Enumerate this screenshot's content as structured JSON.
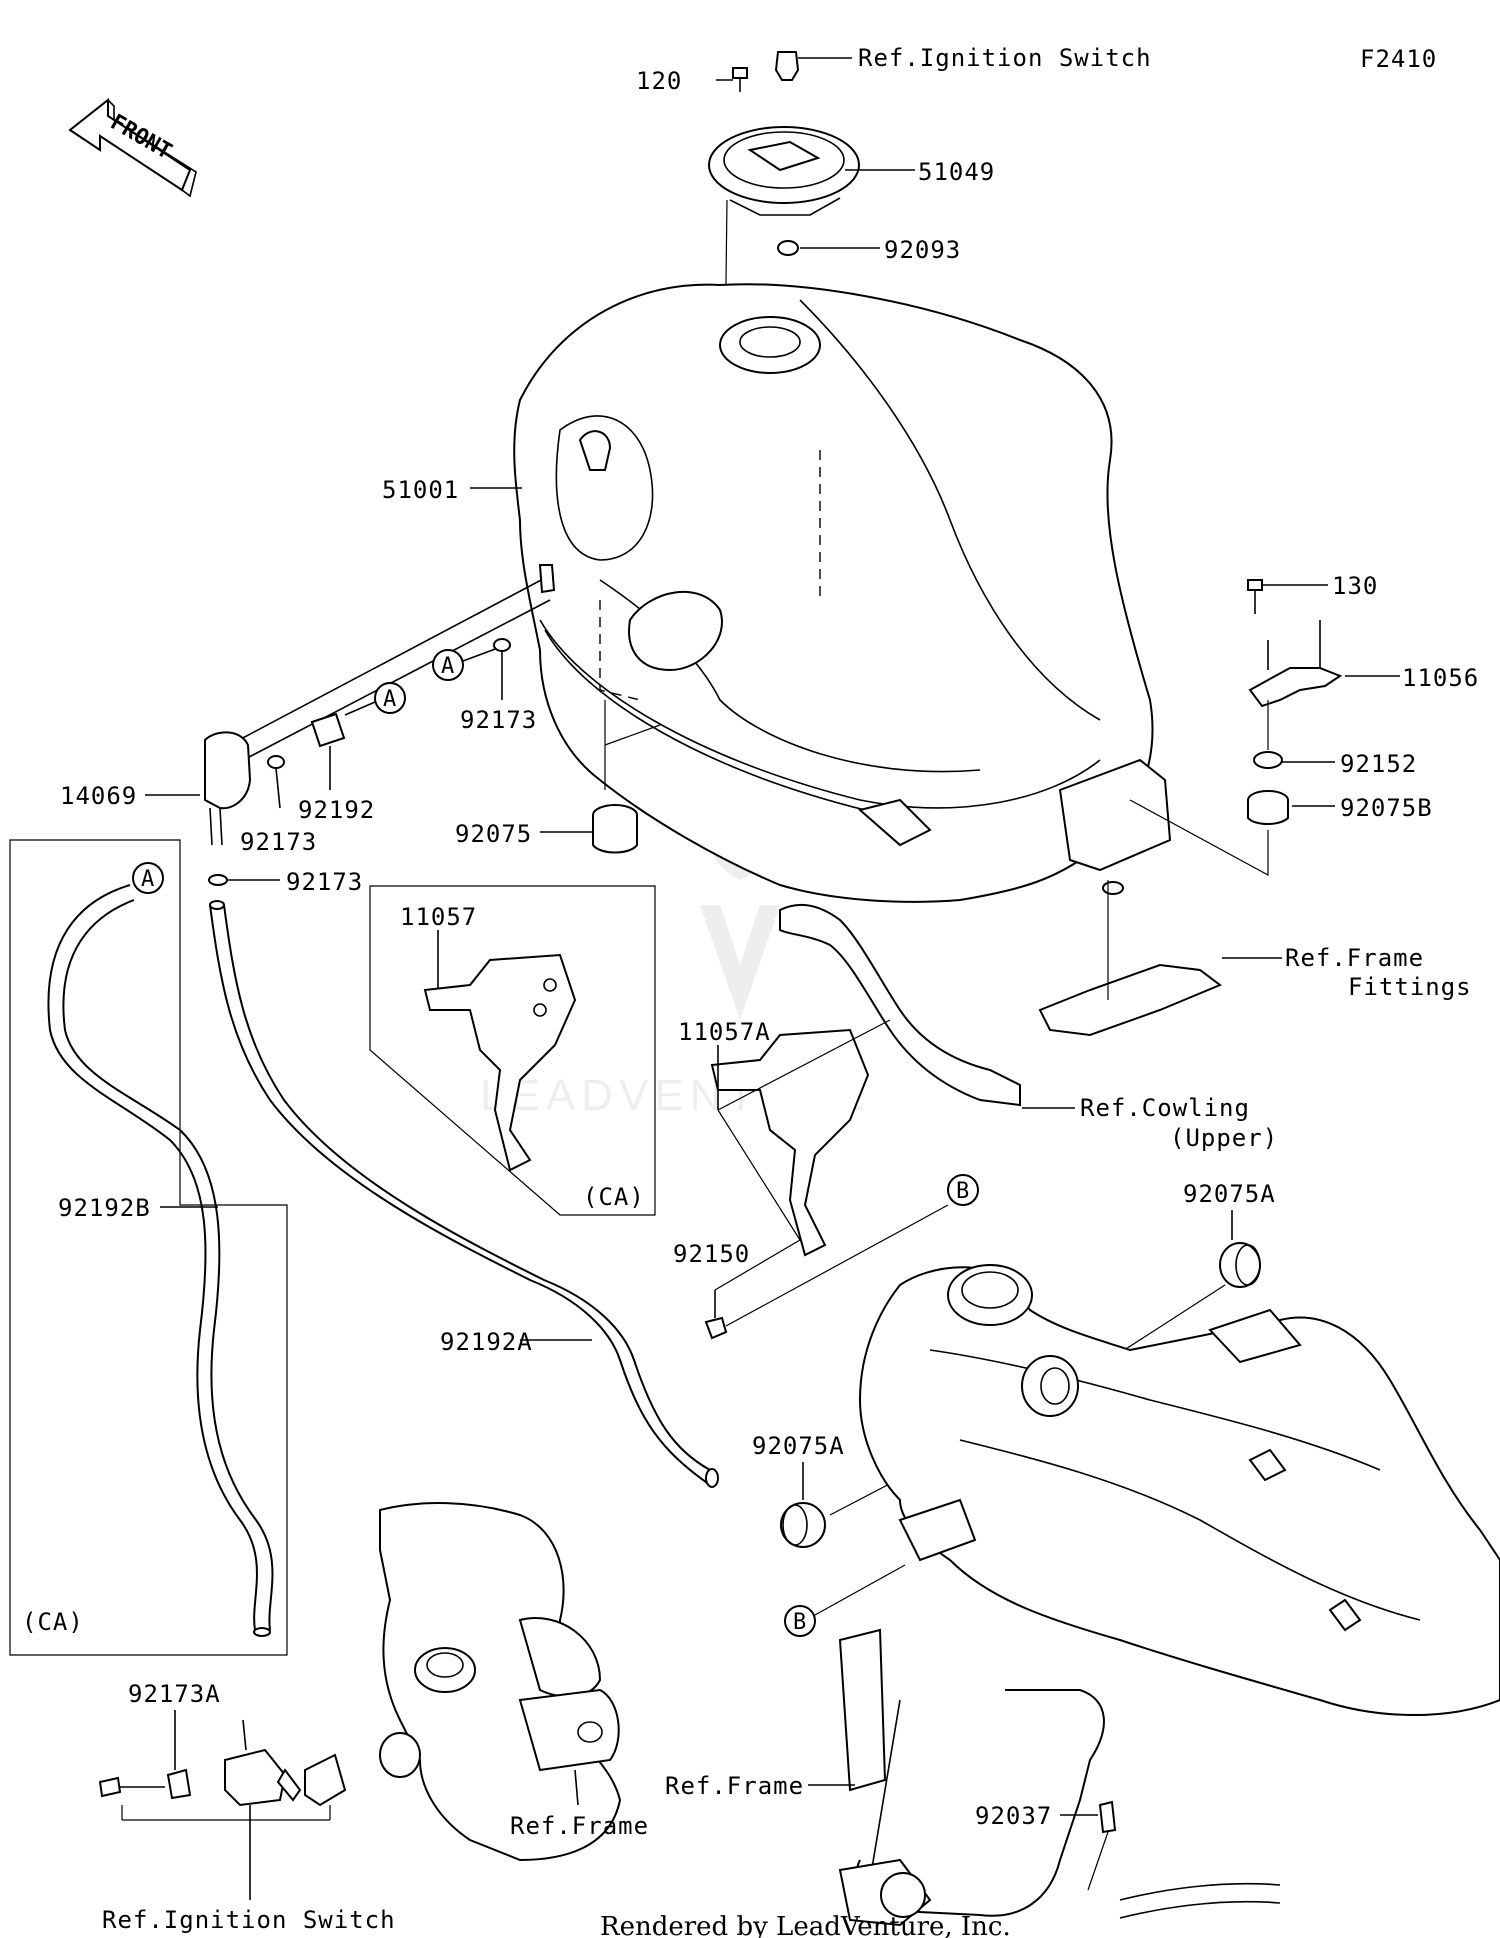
{
  "diagram_code": "F2410",
  "front_label": "FRONT",
  "footer": "Rendered by LeadVenture, Inc.",
  "watermark": "LEADVENTURE",
  "parts": {
    "p120": "120",
    "ref_ignition_top": "Ref.Ignition Switch",
    "p51049": "51049",
    "p92093": "92093",
    "p51001": "51001",
    "p130": "130",
    "p11056": "11056",
    "p92152": "92152",
    "p92075B": "92075B",
    "p92173_a": "92173",
    "p14069": "14069",
    "p92192": "92192",
    "p92173_b": "92173",
    "p92173_c": "92173",
    "p92075": "92075",
    "p11057": "11057",
    "ref_frame_fittings_1": "Ref.Frame",
    "ref_frame_fittings_2": "Fittings",
    "p11057A": "11057A",
    "ref_cowling_1": "Ref.Cowling",
    "ref_cowling_2": "(Upper)",
    "ca_box1": "(CA)",
    "ca_box2": "(CA)",
    "p92192B": "92192B",
    "p92150": "92150",
    "p92075A_1": "92075A",
    "p92192A": "92192A",
    "p92075A_2": "92075A",
    "p92173A": "92173A",
    "ref_frame_1": "Ref.Frame",
    "ref_frame_2": "Ref.Frame",
    "p92037": "92037",
    "ref_ignition_bottom": "Ref.Ignition Switch"
  },
  "callouts": {
    "A1": "A",
    "A2": "A",
    "A3": "A",
    "B1": "B",
    "B2": "B"
  }
}
